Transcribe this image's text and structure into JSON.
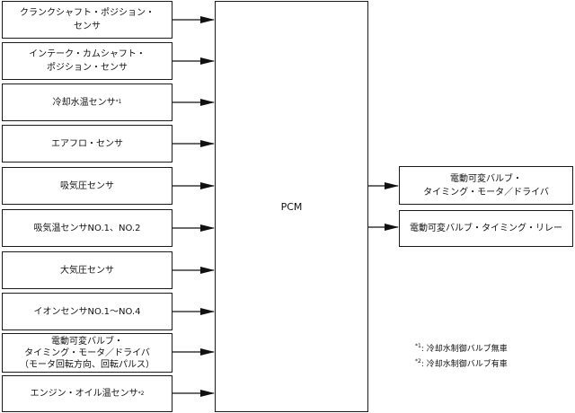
{
  "inputs": [
    {
      "label": "クランクシャフト・ポジション・\nセンサ",
      "note": ""
    },
    {
      "label": "インテーク・カムシャフト・\nポジション・センサ",
      "note": ""
    },
    {
      "label": "冷却水温センサ",
      "note": "*1"
    },
    {
      "label": "エアフロ・センサ",
      "note": ""
    },
    {
      "label": "吸気圧センサ",
      "note": ""
    },
    {
      "label": "吸気温センサNO.1、NO.2",
      "note": ""
    },
    {
      "label": "大気圧センサ",
      "note": ""
    },
    {
      "label": "イオンセンサNO.1〜NO.4",
      "note": ""
    },
    {
      "label": "電動可変バルブ・\nタイミング・モータ／ドライバ\n（モータ回転方向、回転パルス）",
      "note": ""
    },
    {
      "label": "エンジン・オイル温センサ",
      "note": "*2"
    }
  ],
  "pcm": {
    "label": "PCM"
  },
  "outputs": [
    {
      "label": "電動可変バルブ・\nタイミング・モータ／ドライバ"
    },
    {
      "label": "電動可変バルブ・タイミング・リレー"
    }
  ],
  "notes": [
    {
      "mark": "*1",
      "text": ": 冷却水制御バルブ無車"
    },
    {
      "mark": "*2",
      "text": ": 冷却水制御バルブ有車"
    }
  ]
}
